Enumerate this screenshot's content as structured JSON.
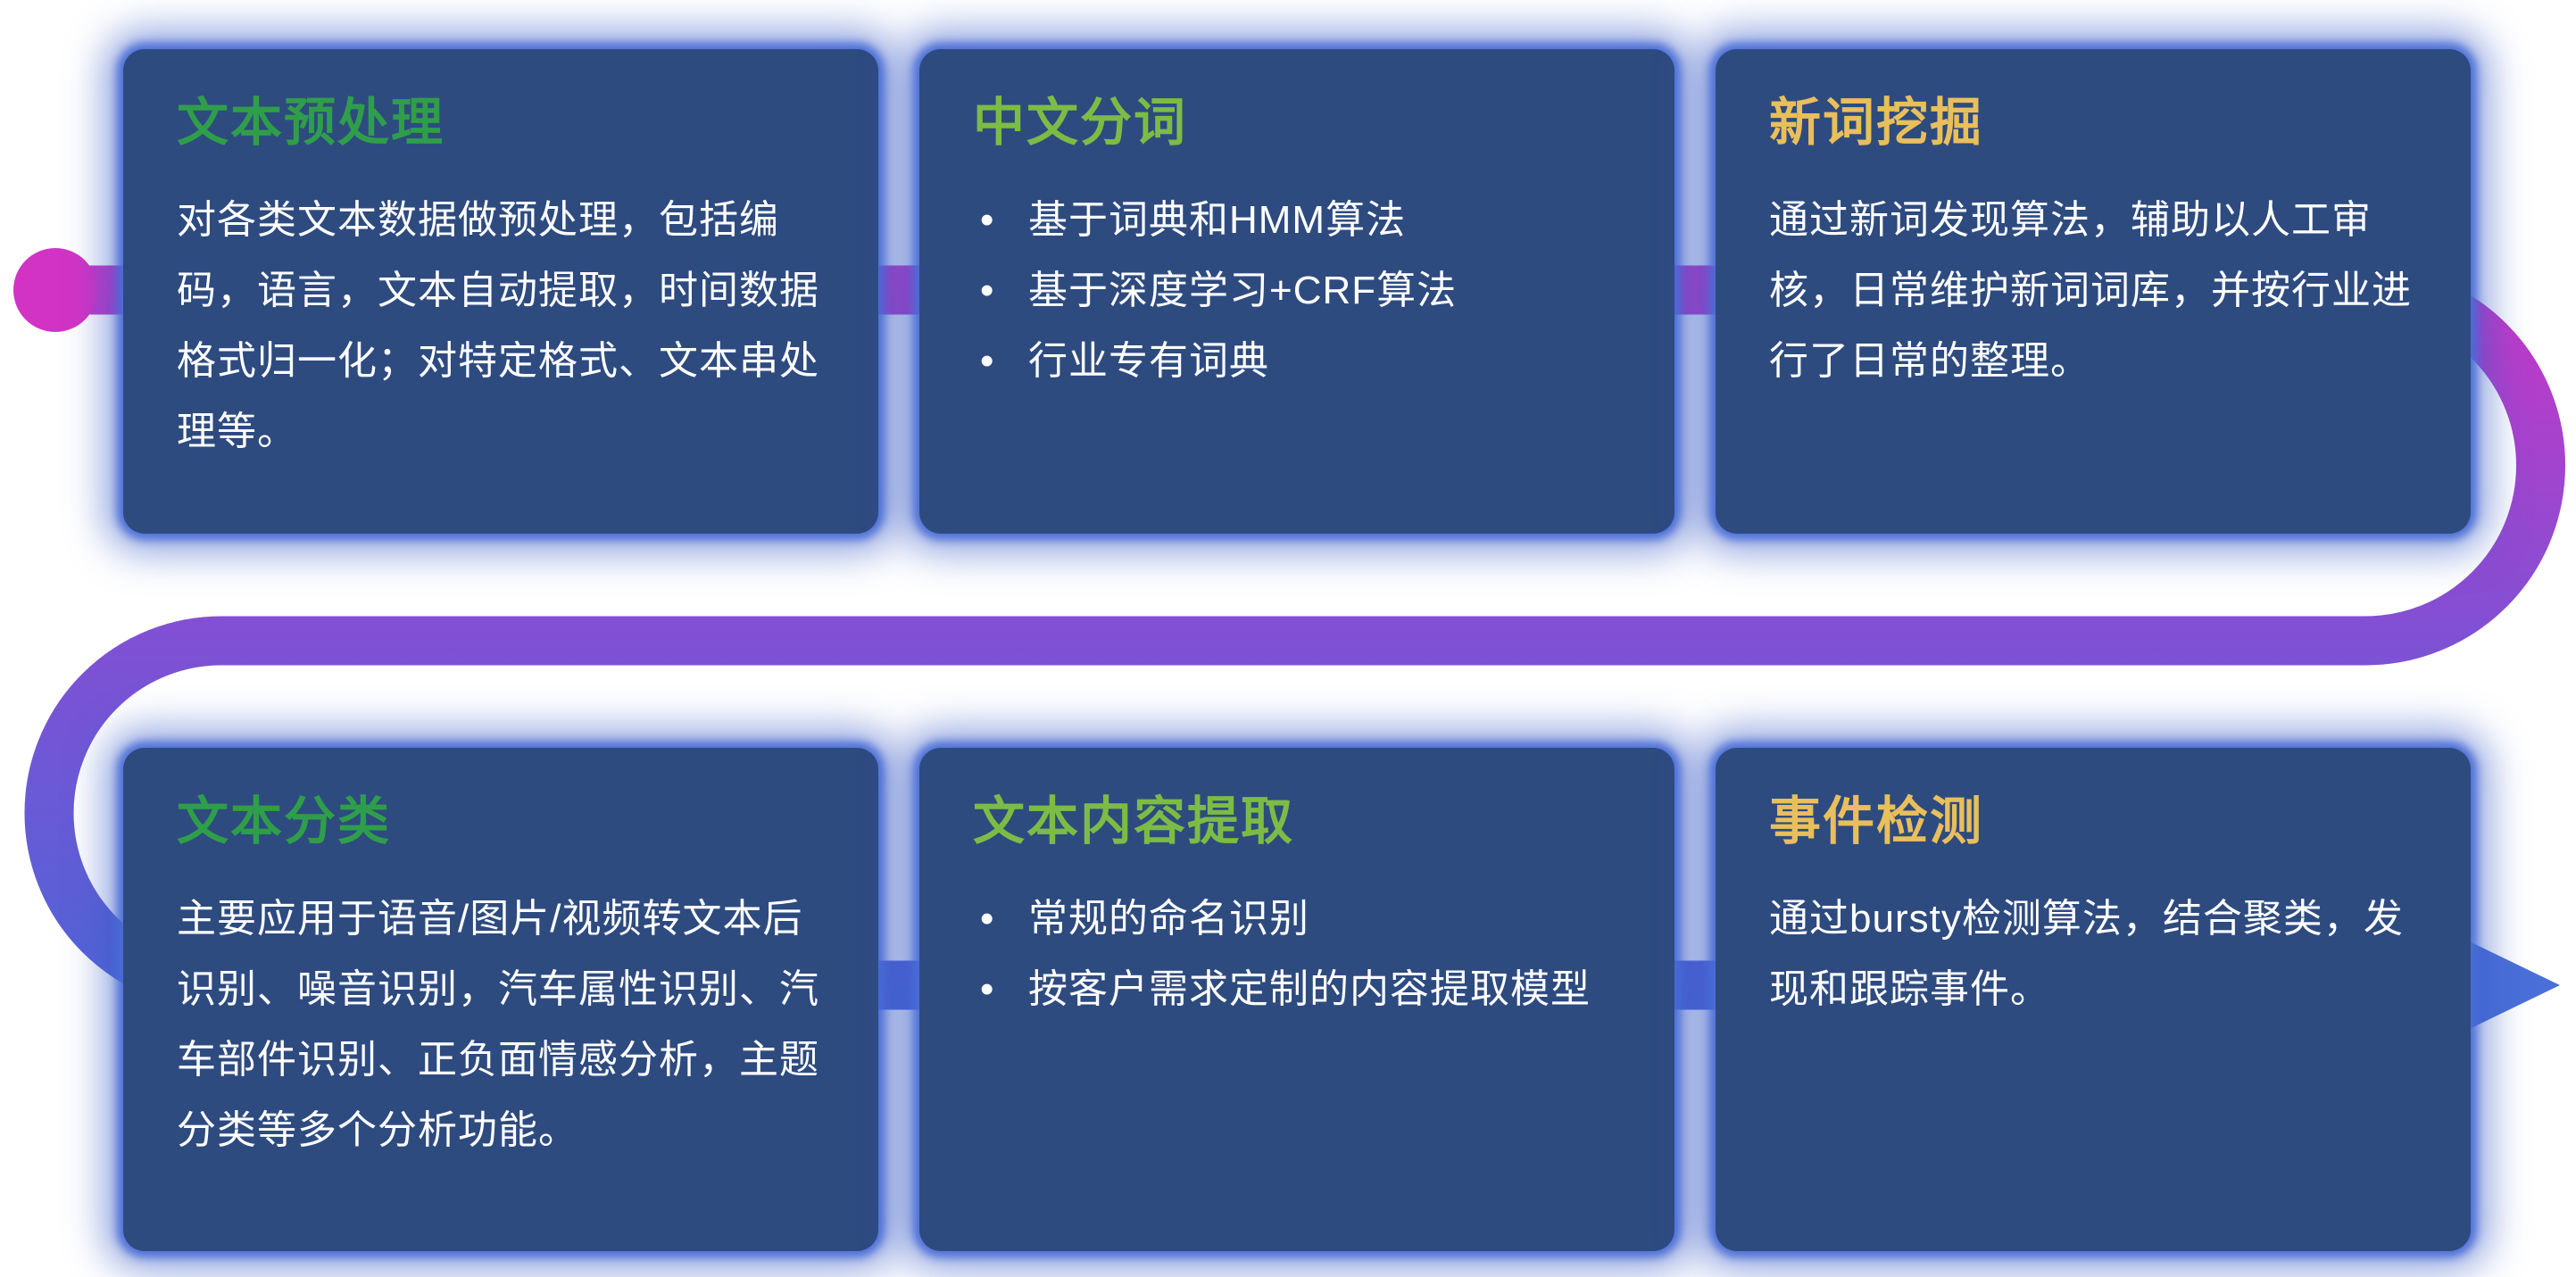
{
  "colors": {
    "card_bg": "#2e4b80",
    "card_glow": "#3a5cc6",
    "body_text": "#ffffff",
    "flow_start": "#d233c4",
    "flow_mid": "#8150d4",
    "flow_end": "#4569d8",
    "start_dot": "#d233c4",
    "arrow": "#4a6fd8",
    "title_green": "#2f9e4a",
    "title_lime": "#7cbc45",
    "title_gold": "#e8bf5a"
  },
  "cards": [
    {
      "id": "text-preprocessing",
      "title": "文本预处理",
      "title_color": "#2f9e4a",
      "body": "对各类文本数据做预处理，包括编码，语言，文本自动提取，时间数据格式归一化；对特定格式、文本串处理等。",
      "bullets": []
    },
    {
      "id": "chinese-word-segmentation",
      "title": "中文分词",
      "title_color": "#7cbc45",
      "body": "",
      "bullets": [
        "基于词典和HMM算法",
        "基于深度学习+CRF算法",
        "行业专有词典"
      ]
    },
    {
      "id": "new-word-mining",
      "title": "新词挖掘",
      "title_color": "#e8bf5a",
      "body": "通过新词发现算法，辅助以人工审核，日常维护新词词库，并按行业进行了日常的整理。",
      "bullets": []
    },
    {
      "id": "text-classification",
      "title": "文本分类",
      "title_color": "#2f9e4a",
      "body": "主要应用于语音/图片/视频转文本后识别、噪音识别，汽车属性识别、汽车部件识别、正负面情感分析，主题分类等多个分析功能。",
      "bullets": []
    },
    {
      "id": "text-content-extraction",
      "title": "文本内容提取",
      "title_color": "#7cbc45",
      "body": "",
      "bullets": [
        "常规的命名识别",
        "按客户需求定制的内容提取模型"
      ]
    },
    {
      "id": "event-detection",
      "title": "事件检测",
      "title_color": "#e8bf5a",
      "body": "通过bursty检测算法，结合聚类，发现和跟踪事件。",
      "bullets": []
    }
  ]
}
